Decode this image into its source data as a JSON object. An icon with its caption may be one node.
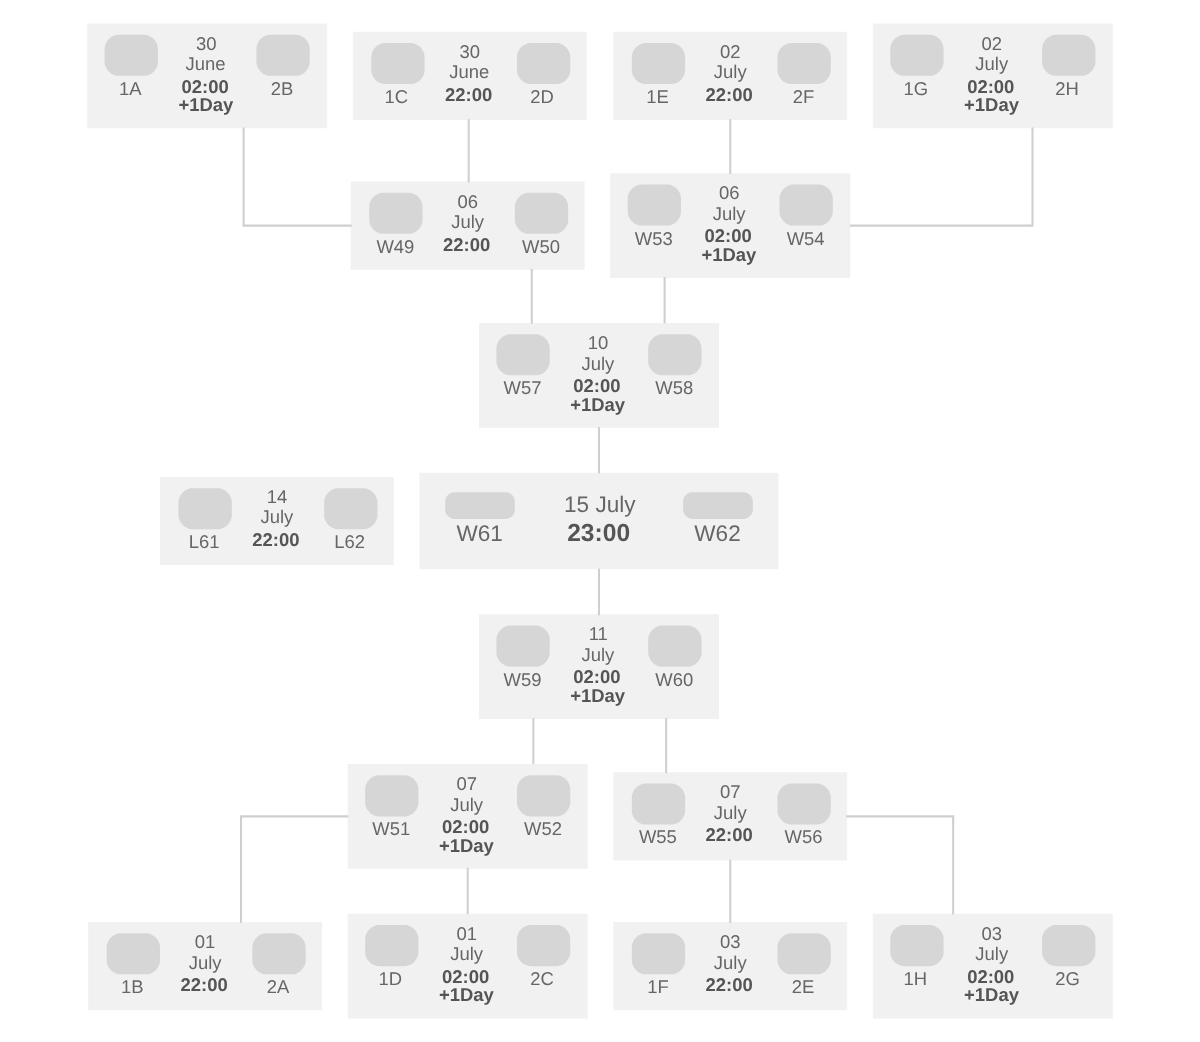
{
  "diagram": {
    "nodes": [
      {
        "text": [
          "30 June",
          "1A",
          "02:00 +1Day",
          "2B"
        ]
      },
      {
        "text": [
          "30 June",
          "1C",
          "22:00",
          "2D"
        ]
      },
      {
        "text": [
          "02 July",
          "1E",
          "22:00",
          "2F"
        ]
      },
      {
        "text": [
          "02 July",
          "1G",
          "02:00 +1Day",
          "2H"
        ]
      },
      {
        "text": [
          "06 July",
          "W49",
          "22:00",
          "W50"
        ]
      },
      {
        "text": [
          "06 July",
          "W53",
          "02:00 +1Day",
          "W54"
        ]
      },
      {
        "text": [
          "10 July",
          "W57",
          "02:00 +1Day",
          "W58"
        ]
      },
      {
        "text": [
          "14 July",
          "L61",
          "22:00",
          "L62"
        ]
      },
      {
        "text": [
          "15 July",
          "W61",
          "23:00",
          "W62"
        ]
      },
      {
        "text": [
          "11 July",
          "W59",
          "02:00 +1Day",
          "W60"
        ]
      },
      {
        "text": [
          "07 July",
          "W51",
          "02:00 +1Day",
          "W52"
        ]
      },
      {
        "text": [
          "07 July",
          "W55",
          "22:00",
          "W56"
        ]
      },
      {
        "text": [
          "01 July",
          "1B",
          "22:00",
          "2A"
        ]
      },
      {
        "text": [
          "01 July",
          "1D",
          "02:00 +1Day",
          "2C"
        ]
      },
      {
        "text": [
          "03 July",
          "1F",
          "22:00",
          "2E"
        ]
      },
      {
        "text": [
          "03 July",
          "1H",
          "02:00 +1Day",
          "2G"
        ]
      }
    ],
    "edges": [
      {
        "from": 0,
        "to": 4,
        "arrow": "none"
      },
      {
        "from": 1,
        "to": 4,
        "arrow": "none"
      },
      {
        "from": 2,
        "to": 5,
        "arrow": "none"
      },
      {
        "from": 3,
        "to": 5,
        "arrow": "none"
      },
      {
        "from": 4,
        "to": 6,
        "arrow": "none"
      },
      {
        "from": 5,
        "to": 6,
        "arrow": "none"
      },
      {
        "from": 6,
        "to": 8,
        "arrow": "none"
      },
      {
        "from": 8,
        "to": 9,
        "arrow": "none"
      },
      {
        "from": 9,
        "to": 10,
        "arrow": "none"
      },
      {
        "from": 9,
        "to": 11,
        "arrow": "none"
      },
      {
        "from": 10,
        "to": 12,
        "arrow": "none"
      },
      {
        "from": 10,
        "to": 13,
        "arrow": "none"
      },
      {
        "from": 11,
        "to": 14,
        "arrow": "none"
      },
      {
        "from": 11,
        "to": 15,
        "arrow": "none"
      }
    ]
  }
}
